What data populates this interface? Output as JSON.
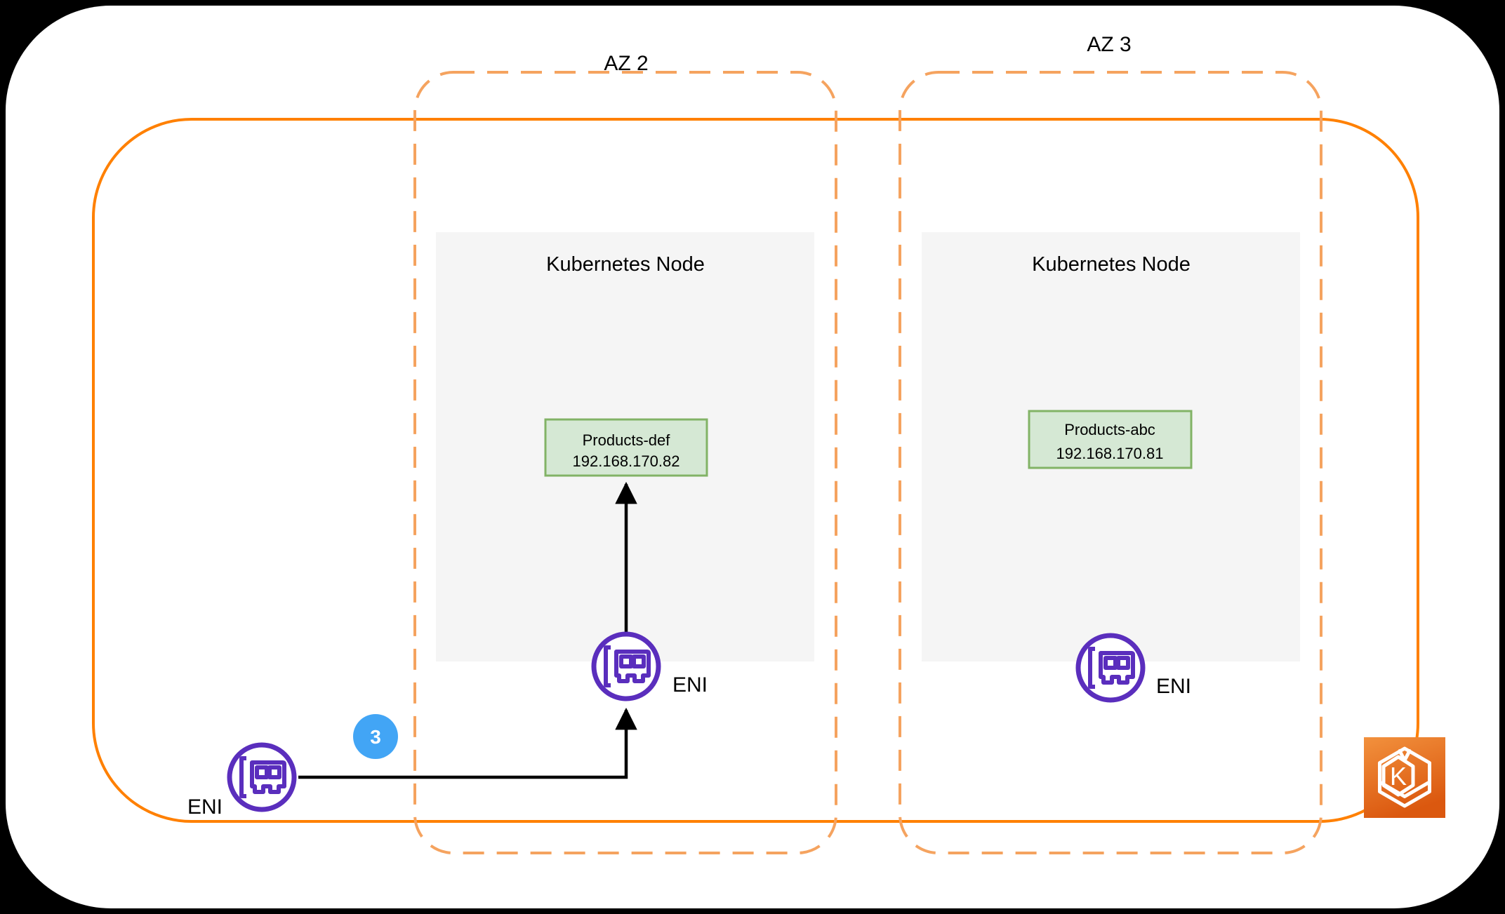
{
  "zones": [
    {
      "label": "AZ 2",
      "node": {
        "title": "Kubernetes Node",
        "pod": {
          "name": "Products-def",
          "ip": "192.168.170.82"
        },
        "eni_label": "ENI"
      }
    },
    {
      "label": "AZ 3",
      "node": {
        "title": "Kubernetes Node",
        "pod": {
          "name": "Products-abc",
          "ip": "192.168.170.81"
        },
        "eni_label": "ENI"
      }
    }
  ],
  "external_eni": {
    "label": "ENI"
  },
  "step_badge": {
    "value": "3",
    "color": "#42A5F5"
  },
  "eks_icon": {
    "letter": "K"
  },
  "colors": {
    "page_bg": "#000000",
    "card_bg": "#FFFFFF",
    "vpc_border": "#FF8000",
    "az_border": "#F5A35F",
    "node_fill": "#F5F5F5",
    "pod_fill": "#D5E8D4",
    "pod_border": "#82B366",
    "eni_purple": "#5A2EBD",
    "arrow_black": "#000000"
  }
}
